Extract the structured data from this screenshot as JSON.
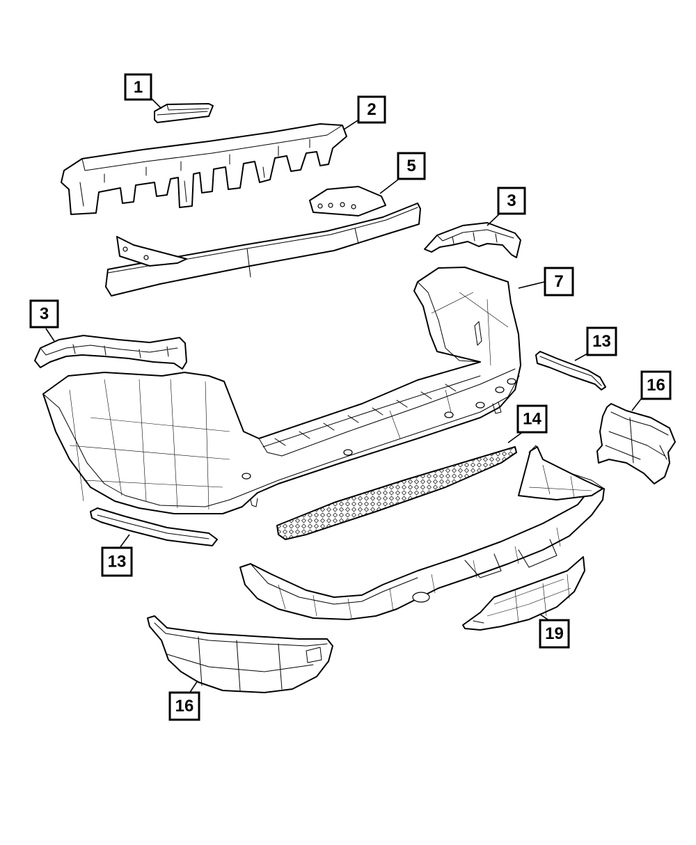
{
  "colors": {
    "line": "#000000",
    "background": "#ffffff"
  },
  "callouts": {
    "c1": "1",
    "c2": "2",
    "c3_right": "3",
    "c3_left": "3",
    "c5": "5",
    "c7": "7",
    "c13_right": "13",
    "c13_left": "13",
    "c14": "14",
    "c16_right": "16",
    "c16_left": "16",
    "c19": "19"
  }
}
